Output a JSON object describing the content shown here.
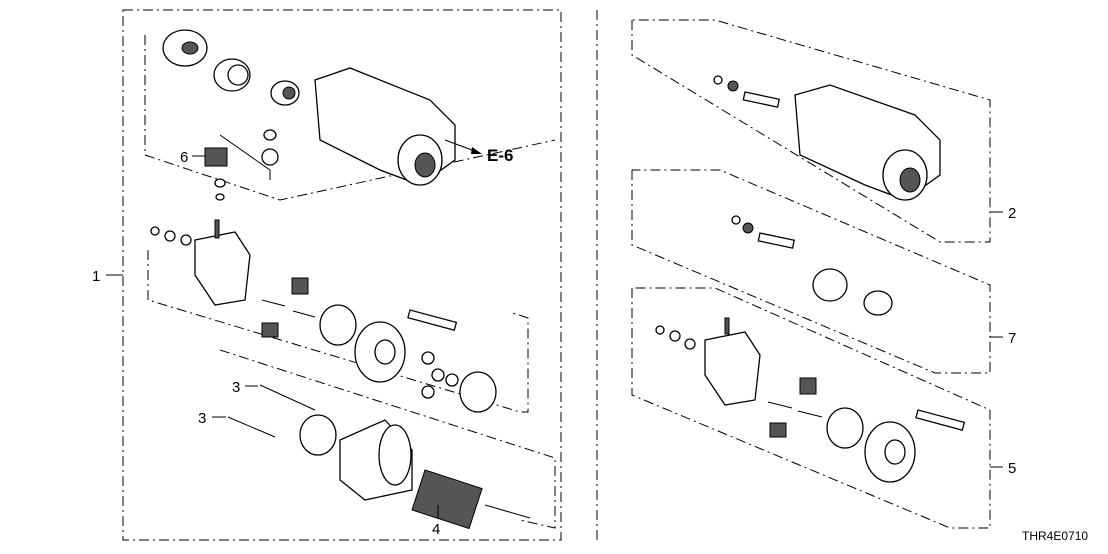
{
  "callouts": {
    "c1": "1",
    "c2": "2",
    "c3a": "3",
    "c3b": "3",
    "c4": "4",
    "c5": "5",
    "c6": "6",
    "c7": "7"
  },
  "reference": "E-6",
  "diagram_code": "THR4E0710"
}
